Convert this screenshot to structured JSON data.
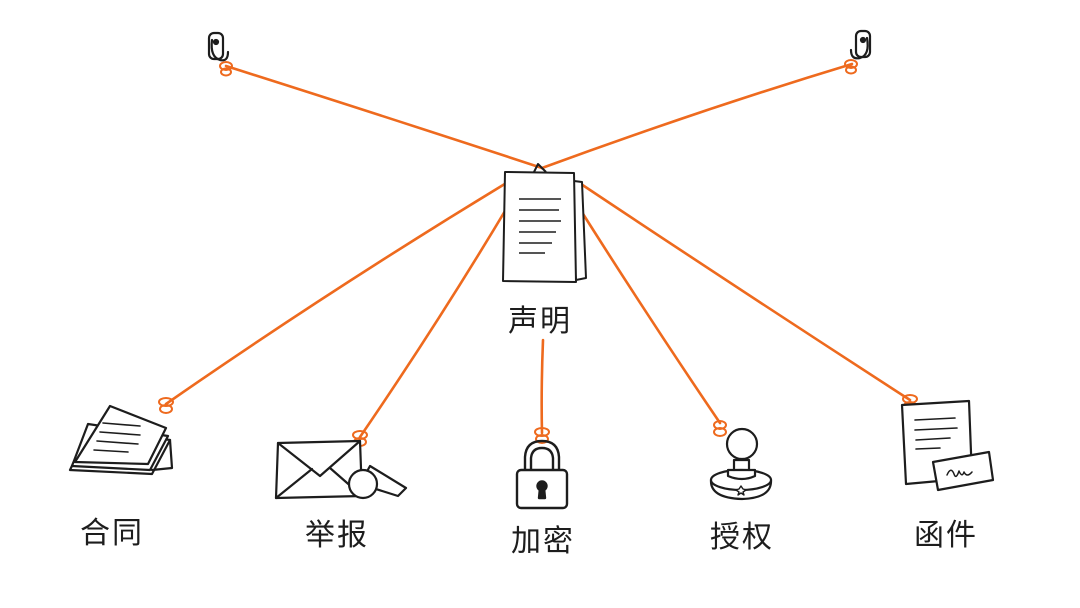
{
  "diagram": {
    "center": {
      "label": "声明",
      "icon": "document-stack-icon"
    },
    "anchors": [
      {
        "icon": "wall-hook-icon"
      },
      {
        "icon": "wall-hook-icon"
      }
    ],
    "children": [
      {
        "label": "合同",
        "icon": "contract-book-icon"
      },
      {
        "label": "举报",
        "icon": "envelope-whistle-icon"
      },
      {
        "label": "加密",
        "icon": "padlock-icon"
      },
      {
        "label": "授权",
        "icon": "stamp-icon"
      },
      {
        "label": "函件",
        "icon": "letter-signature-icon"
      }
    ],
    "colors": {
      "string": "#ee6a1e",
      "ink": "#1d1d1d",
      "background": "#ffffff"
    }
  }
}
